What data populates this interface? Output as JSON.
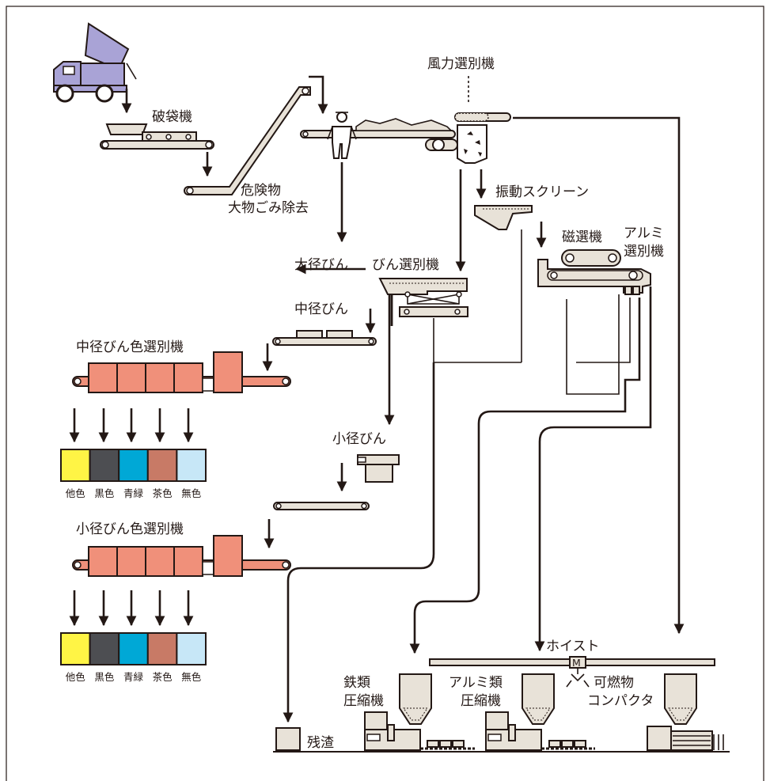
{
  "labels": {
    "bag_breaker": "破袋機",
    "hazard_line1": "危険物",
    "hazard_line2": "大物ごみ除去",
    "wind_sorter": "風力選別機",
    "vibrating_screen": "振動スクリーン",
    "magnetic_sorter": "磁選機",
    "aluminum_sorter_line1": "アルミ",
    "aluminum_sorter_line2": "選別機",
    "large_bottles": "大径びん",
    "bottle_sorter": "びん選別機",
    "medium_bottles": "中径びん",
    "medium_color_sorter": "中径びん色選別機",
    "small_bottles": "小径びん",
    "small_color_sorter": "小径びん色選別機",
    "hoist": "ホイスト",
    "iron_press_line1": "鉄類",
    "iron_press_line2": "圧縮機",
    "alu_press_line1": "アルミ類",
    "alu_press_line2": "圧縮機",
    "combustible_line1": "可燃物",
    "combustible_line2": "コンパクタ",
    "residue": "残渣",
    "hoist_motor": "M"
  },
  "bins": [
    {
      "label": "他色",
      "color": "#fff445"
    },
    {
      "label": "黒色",
      "color": "#4d4e52"
    },
    {
      "label": "青緑",
      "color": "#00a8d6"
    },
    {
      "label": "茶色",
      "color": "#c87a66"
    },
    {
      "label": "無色",
      "color": "#c7e7f7"
    }
  ],
  "colors": {
    "line": "#231815",
    "machine": "#e8e2d8",
    "truck": "#a9a3d6",
    "color_sorter": "#f0907a"
  }
}
